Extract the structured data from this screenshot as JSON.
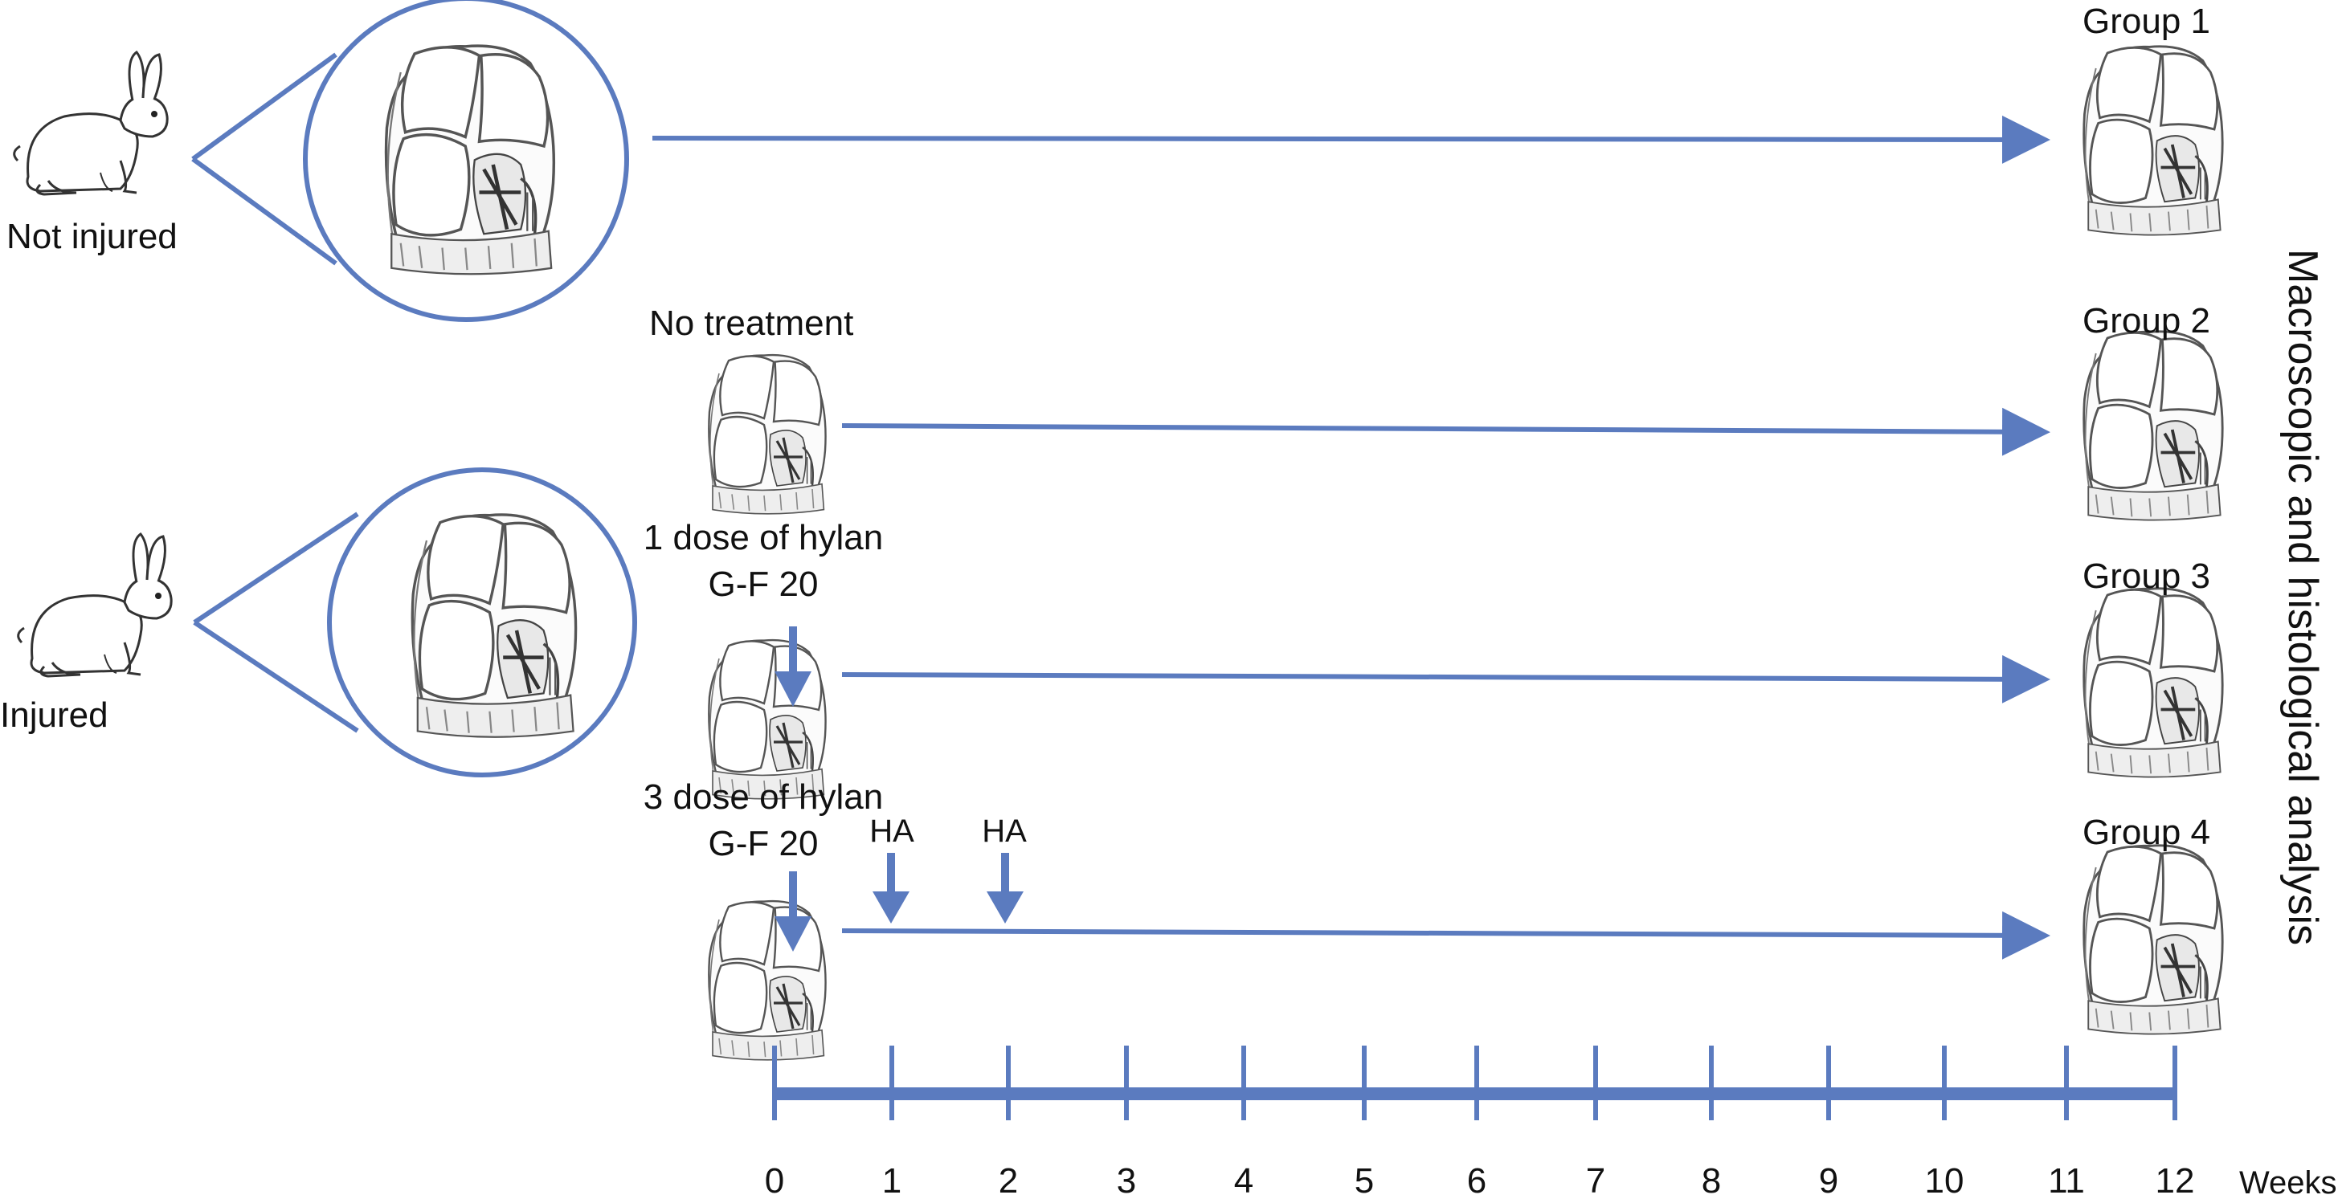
{
  "labels": {
    "not_injured": "Not injured",
    "injured": "Injured",
    "no_treatment": "No treatment",
    "one_dose_line1": "1 dose of hylan",
    "one_dose_line2": "G-F 20",
    "three_dose_line1": "3 dose of hylan",
    "three_dose_line2": "G-F 20",
    "ha_1": "HA",
    "ha_2": "HA"
  },
  "groups": [
    "Group 1",
    "Group 2",
    "Group 3",
    "Group 4"
  ],
  "side_title": "Macroscopic and histological analysis",
  "timeline": {
    "unit": "Weeks",
    "ticks": [
      "0",
      "1",
      "2",
      "3",
      "4",
      "5",
      "6",
      "7",
      "8",
      "9",
      "10",
      "11",
      "12"
    ]
  },
  "icons": {
    "rabbit": "rabbit-icon",
    "knee": "knee-joint-icon",
    "injection": "injection-arrow-icon"
  },
  "colors": {
    "accent": "#5b7bbf",
    "text": "#111111",
    "sketch": "#555555"
  }
}
